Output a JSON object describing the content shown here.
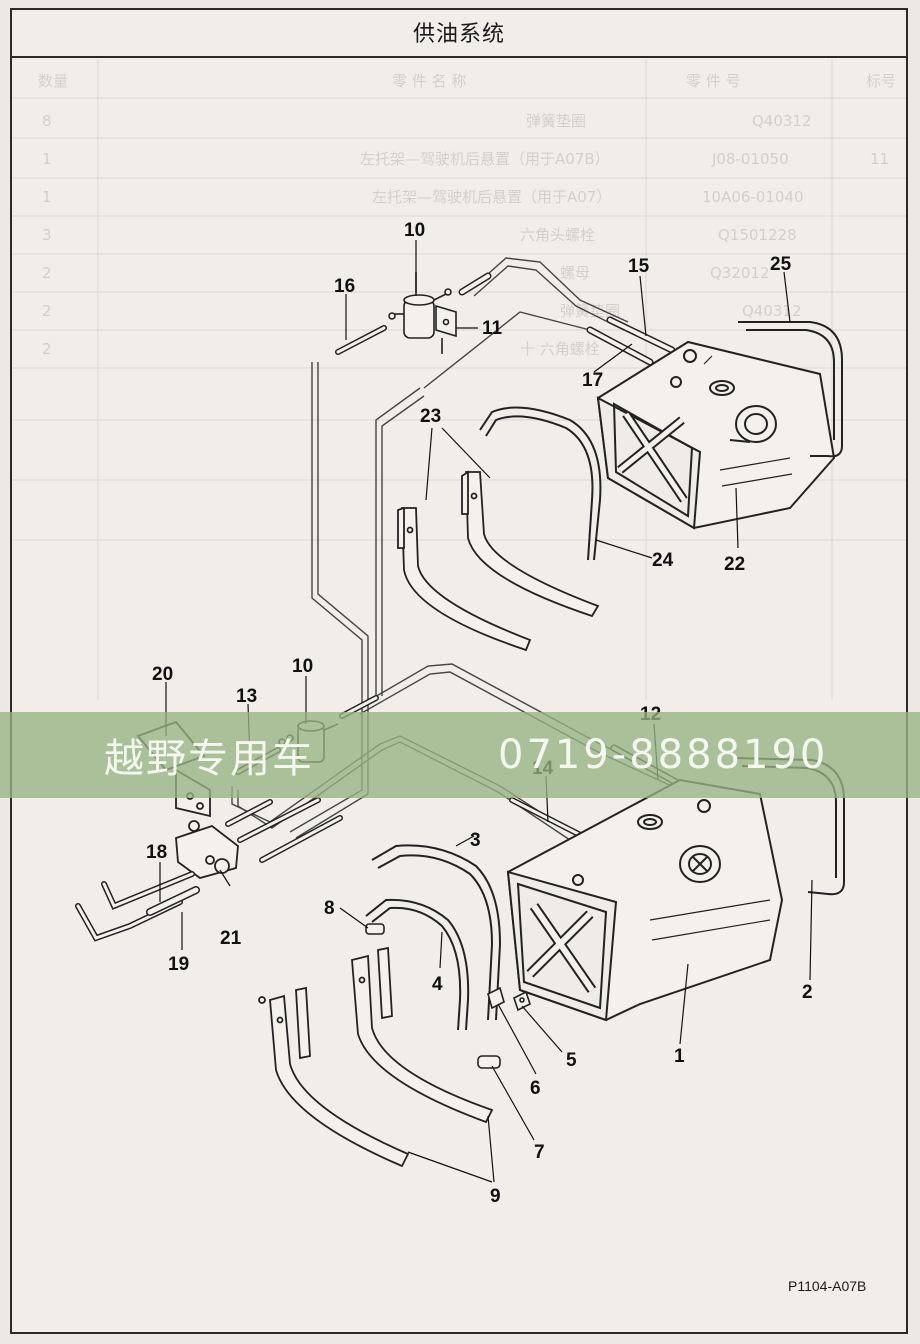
{
  "page": {
    "title": "供油系统",
    "drawing_code": "P1104-A07B"
  },
  "watermark": {
    "left_text": "越野专用车",
    "right_text": "0719-8888190"
  },
  "ghost_table": {
    "headers": [
      "标号",
      "零 件 号",
      "零 件 名 称",
      "数量"
    ],
    "rows": [
      [
        "",
        "Q40312",
        "弹簧垫圈",
        "8"
      ],
      [
        "11",
        "J08-01050",
        "左托架—驾驶机后悬置（用于A07B）",
        "1"
      ],
      [
        "",
        "10A06-01040",
        "左托架—驾驶机后悬置（用于A07）",
        "1"
      ],
      [
        "",
        "Q1501228",
        "六角头螺栓",
        "3"
      ],
      [
        "",
        "Q32012",
        "螺母",
        "2"
      ],
      [
        "",
        "Q40312",
        "弹簧垫圈",
        "2"
      ],
      [
        "",
        "",
        "十 六角螺栓",
        "2"
      ]
    ]
  },
  "callouts": {
    "c1": "1",
    "c2": "2",
    "c3": "3",
    "c4": "4",
    "c5": "5",
    "c6": "6",
    "c7": "7",
    "c8": "8",
    "c9": "9",
    "c10a": "10",
    "c10b": "10",
    "c11": "11",
    "c12": "12",
    "c13": "13",
    "c14": "14",
    "c15": "15",
    "c16": "16",
    "c17": "17",
    "c18": "18",
    "c19": "19",
    "c20": "20",
    "c21": "21",
    "c22": "22",
    "c23": "23",
    "c24": "24",
    "c25": "25"
  }
}
